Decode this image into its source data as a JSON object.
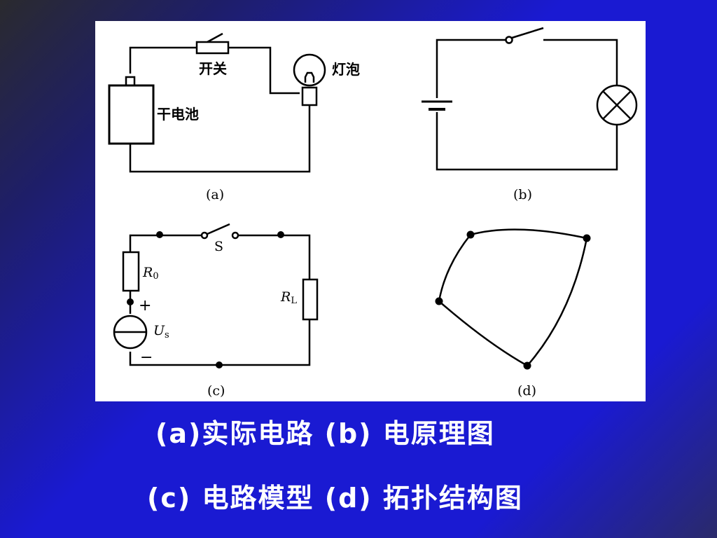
{
  "figure": {
    "a": {
      "switch_label": "开关",
      "bulb_label": "灯泡",
      "battery_label": "干电池",
      "panel_label": "(a)"
    },
    "b": {
      "panel_label": "(b)"
    },
    "c": {
      "switch_label": "S",
      "r0_main": "R",
      "r0_sub": "0",
      "rl_main": "R",
      "rl_sub": "L",
      "us_main": "U",
      "us_sub": "s",
      "plus": "+",
      "minus": "−",
      "panel_label": "(c)"
    },
    "d": {
      "panel_label": "(d)"
    }
  },
  "captions": {
    "line1": "(a)实际电路 (b) 电原理图",
    "line2": "(c) 电路模型 (d) 拓扑结构图"
  }
}
